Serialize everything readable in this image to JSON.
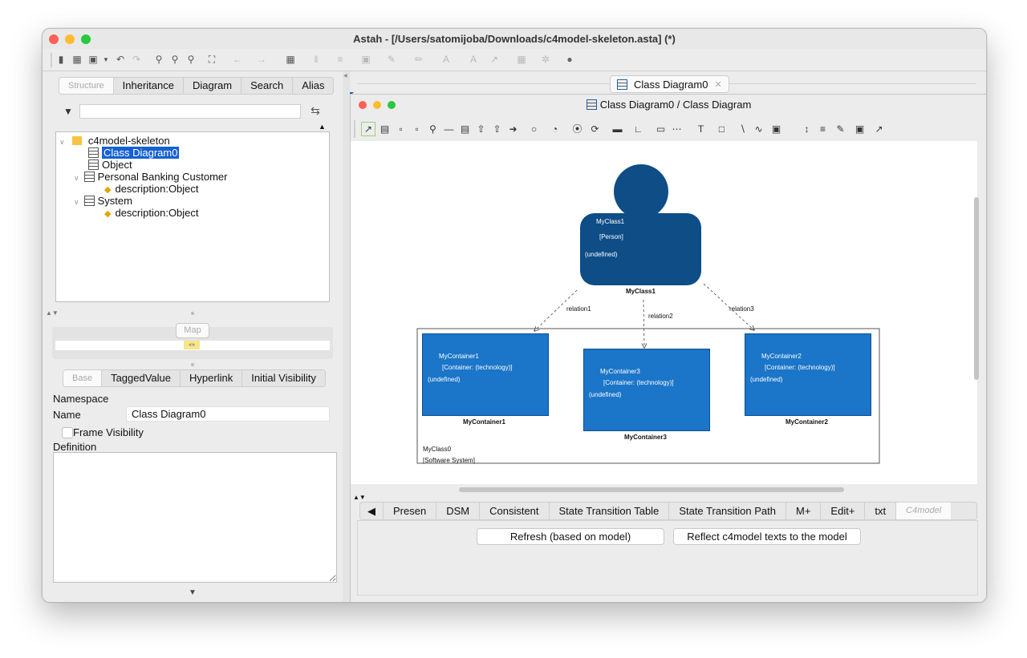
{
  "window": {
    "title": "Astah - [/Users/satomijoba/Downloads/c4model-skeleton.asta] (*)"
  },
  "toolbar": {
    "icons": [
      "new-file",
      "open-folder",
      "save",
      "undo",
      "redo",
      "zoom-fit",
      "zoom-in",
      "zoom-out",
      "fit-window",
      "back",
      "forward",
      "grid",
      "align",
      "distribute",
      "stack",
      "line-style",
      "line-color",
      "font-color",
      "font-size",
      "connector",
      "layout",
      "mode",
      "shape-color"
    ]
  },
  "left": {
    "tabs": [
      "Structure",
      "Inheritance",
      "Diagram",
      "Search",
      "Alias"
    ],
    "filter_placeholder": "",
    "tree": {
      "root": "c4model-skeleton",
      "items": [
        {
          "label": "Class Diagram0",
          "selected": true
        },
        {
          "label": "Object"
        },
        {
          "label": "Personal Banking Customer"
        },
        {
          "label": "description:Object"
        },
        {
          "label": "System"
        },
        {
          "label": "description:Object"
        }
      ]
    },
    "map": {
      "label": "Map",
      "badge": "«»"
    },
    "prop_tabs": [
      "Base",
      "TaggedValue",
      "Hyperlink",
      "Initial Visibility"
    ],
    "props": {
      "namespace_label": "Namespace",
      "name_label": "Name",
      "name_value": "Class Diagram0",
      "frame_visibility_label": "Frame Visibility",
      "definition_label": "Definition"
    }
  },
  "editor": {
    "tab_title": "Class Diagram0",
    "diagram_title": "Class Diagram0 / Class Diagram",
    "diagram": {
      "person": {
        "text1": "MyClass1",
        "text2": "[Person]",
        "text3": "(undefined)",
        "caption": "MyClass1"
      },
      "relations": [
        "relation1",
        "relation2",
        "relation3"
      ],
      "system": {
        "label1": "MyClass0",
        "label2": "[Software System]"
      },
      "containers": [
        {
          "line1": "MyContainer1",
          "line2": "[Container: (technology)]",
          "line3": "(undefined)",
          "caption": "MyContainer1"
        },
        {
          "line1": "MyContainer3",
          "line2": "[Container: (technology)]",
          "line3": "(undefined)",
          "caption": "MyContainer3"
        },
        {
          "line1": "MyContainer2",
          "line2": "[Container: (technology)]",
          "line3": "(undefined)",
          "caption": "MyContainer2"
        }
      ]
    }
  },
  "bottom": {
    "tabs": [
      "Presen",
      "DSM",
      "Consistent",
      "State Transition Table",
      "State Transition Path",
      "M+",
      "Edit+",
      "txt",
      "C4model"
    ],
    "buttons": {
      "refresh": "Refresh (based on model)",
      "reflect": "Reflect c4model texts to the model"
    }
  },
  "colors": {
    "person": "#0e4d86",
    "container": "#1b75c8",
    "selection": "#1560d4",
    "close": "#ff5f57",
    "minimize": "#febc2e",
    "maximize": "#28c840"
  }
}
